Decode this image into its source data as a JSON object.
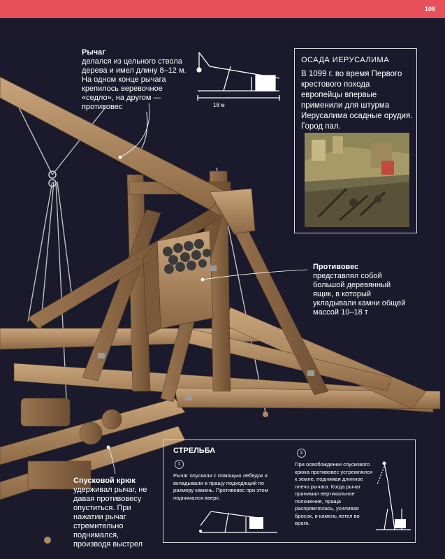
{
  "page_number": "109",
  "colors": {
    "background": "#1a1a2c",
    "top_bar": "#e8505b",
    "wood": "#b08a62",
    "wood_dark": "#7a5a3c"
  },
  "callouts": {
    "lever": {
      "title": "Рычаг",
      "text": "делался из цельного ствола дерева и имел длину 8–12 м. На одном конце рычага крепилось веревочное «седло», на другом — противовес"
    },
    "counterweight": {
      "title": "Противовес",
      "text": "представлял собой большой деревянный ящик, в который укладывали камни общей массой 10–18 т"
    },
    "trigger_hook": {
      "title": "Спусковой крюк",
      "text": "удерживал рычаг, не давая противовесу опуститься. При нажатии рычаг стремительно поднимался, производя выстрел"
    }
  },
  "top_diagram": {
    "dimension_label": "18 м"
  },
  "siege_box": {
    "title": "ОСАДА ИЕРУСАЛИМА",
    "text": "В 1099 г. во время Первого крестового похода европейцы впервые применили для штурма Иерусалима осадные орудия. Город пал."
  },
  "firing_box": {
    "title": "СТРЕЛЬБА",
    "steps": [
      {
        "number": "1",
        "text": "Рычаг опускали с помощью лебедок и вкладывали в пращу подходящий по размеру камень. Противовес при этом поднимался вверх."
      },
      {
        "number": "2",
        "text": "При освобождении спускового крюка противовес устремлялся к земле, поднимая длинное плечо рычага. Когда рычаг принимал вертикальное положение, праща распрямлялась, усиливая бросок, и камень летел во врага."
      }
    ]
  }
}
